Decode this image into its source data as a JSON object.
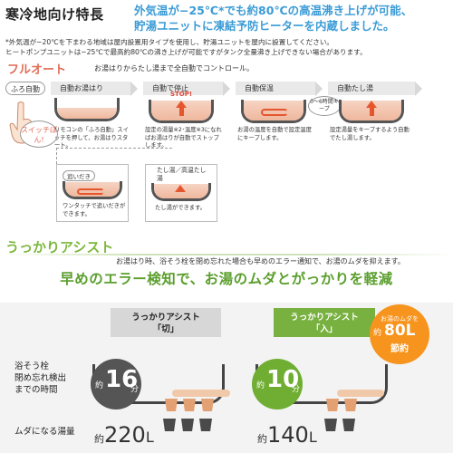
{
  "header": {
    "title": "寒冷地向け特長",
    "desc_line1": "外気温が−25℃*でも約80℃の高温沸き上げが可能、",
    "desc_line2": "貯湯ユニットに凍結予防ヒーターを内蔵しました。"
  },
  "notes": {
    "line1": "*外気温が−20℃を下まわる地域は屋内設置用タイプを使用し、貯湯ユニットを屋内に設置してください。",
    "line2": "ヒートポンプユニットは−25℃で最高約80℃の沸き上げが可能ですがタンク全量沸き上げできない場合があります。"
  },
  "full_auto": {
    "title": "フルオート",
    "subtitle": "お湯はりからたし湯まで全自動でコントロール。",
    "steps": [
      {
        "label": "ふろ自動"
      },
      {
        "label": "自動お湯はり",
        "caption": "リモコンの「ふろ自動」スイッチを押して、お湯はりスタート。"
      },
      {
        "label": "自動で停止",
        "badge": "STOP!",
        "caption": "設定の湯量※2･温度※3になればお湯はりが自動でストップします。"
      },
      {
        "label": "自動保温",
        "keep": "0〜6時間キープ",
        "caption": "お湯の温度を自動で設定温度にキープします。"
      },
      {
        "label": "自動たし湯",
        "caption": "設定湯量をキープするよう自動でたし湯します。"
      }
    ],
    "switch_bubble": "スイッチぽん!",
    "reheat": {
      "pill": "追いだき",
      "caption": "ワンタッチで追いだきができます。"
    },
    "add_hot": {
      "pill": "たし湯／高温たし湯",
      "caption": "たし湯ができます。"
    }
  },
  "ukkari": {
    "title": "うっかりアシスト",
    "desc": "お湯はり時、浴そう栓を閉め忘れた場合も早めのエラー通知で、お湯のムダを抑えます。",
    "banner": "早めのエラー検知で、お湯のムダとがっかりを軽減",
    "side_label_1": "浴そう栓",
    "side_label_2": "閉め忘れ検出",
    "side_label_3": "までの時間",
    "waste_label": "ムダになる湯量",
    "off": {
      "label_line1": "うっかりアシスト",
      "label_line2": "「切」",
      "prefix": "約",
      "minutes": "16",
      "unit": "分",
      "liters_prefix": "約",
      "liters": "220",
      "liters_unit": "L"
    },
    "on": {
      "label_line1": "うっかりアシスト",
      "label_line2": "「入」",
      "prefix": "約",
      "minutes": "10",
      "unit": "分",
      "liters_prefix": "約",
      "liters": "140",
      "liters_unit": "L"
    },
    "save": {
      "line1": "お湯のムダを",
      "prefix": "約",
      "value": "80L",
      "line3": "節約"
    }
  },
  "colors": {
    "accent_blue": "#3a9bd6",
    "accent_red": "#e26b57",
    "accent_green": "#7cb83a",
    "orange": "#f7941d"
  }
}
